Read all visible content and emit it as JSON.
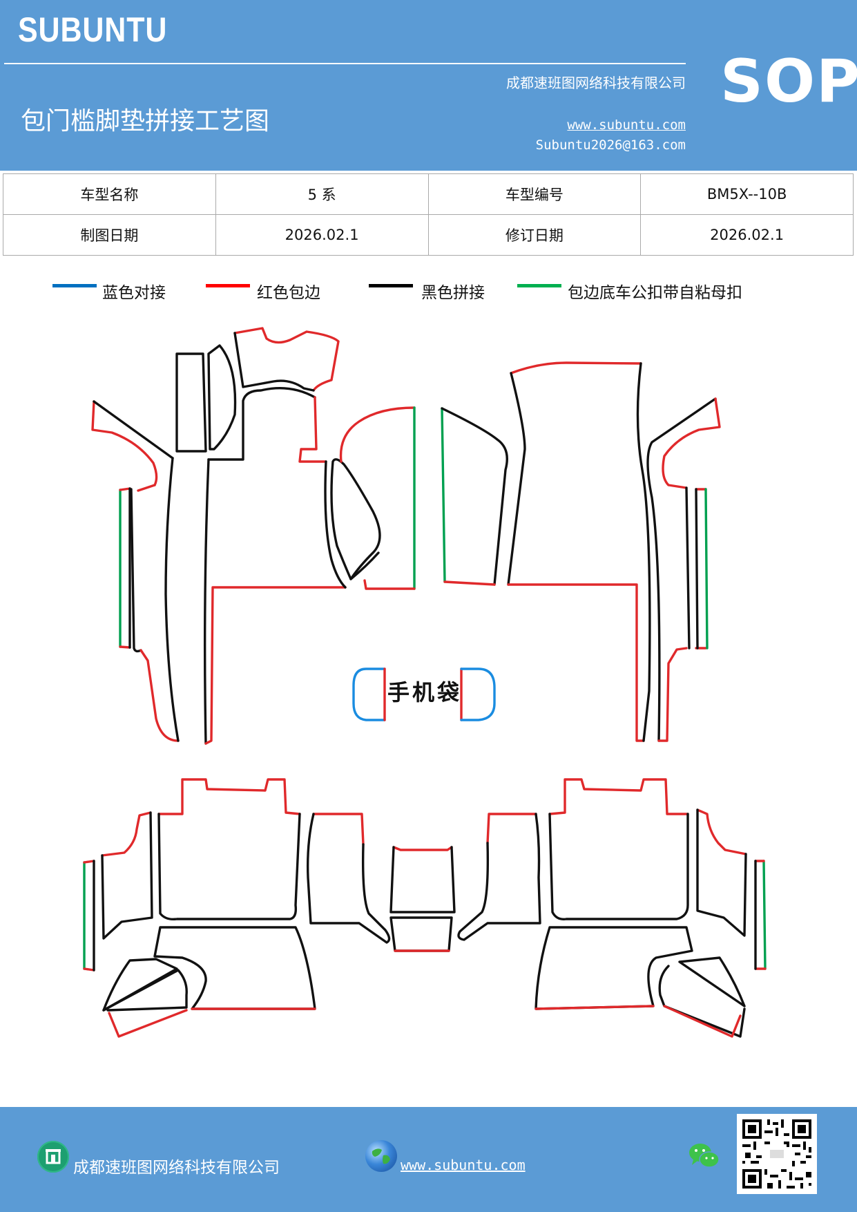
{
  "header": {
    "brand": "SUBUNTU",
    "company": "成都速班图网络科技有限公司",
    "title": "包门槛脚垫拼接工艺图",
    "website": "www.subuntu.com",
    "email": "Subuntu2026@163.com",
    "badge": "SOP"
  },
  "info": {
    "row1": {
      "label1": "车型名称",
      "value1": "5 系",
      "label2": "车型编号",
      "value2": "BM5X--10B"
    },
    "row2": {
      "label1": "制图日期",
      "value1": "2026.02.1",
      "label2": "修订日期",
      "value2": "2026.02.1"
    }
  },
  "legend": [
    {
      "label": "蓝色对接",
      "color": "#0070c0"
    },
    {
      "label": "红色包边",
      "color": "#ff0000"
    },
    {
      "label": "黑色拼接",
      "color": "#000000"
    },
    {
      "label": "包边底车公扣带自粘母扣",
      "color": "#00b050"
    }
  ],
  "diagram": {
    "phone_pocket_label": "手机袋"
  },
  "footer": {
    "company": "成都速班图网络科技有限公司",
    "website": "www.subuntu.com",
    "building_icon": "building-icon",
    "globe_icon": "globe-icon",
    "wechat_icon": "wechat-icon",
    "qr_icon": "qr-code"
  }
}
